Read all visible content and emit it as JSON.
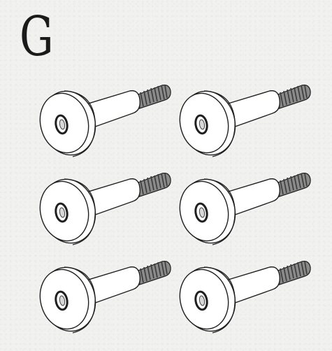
{
  "label": "G",
  "parts": [
    {
      "name": "screw"
    },
    {
      "name": "screw"
    },
    {
      "name": "screw"
    },
    {
      "name": "screw"
    },
    {
      "name": "screw"
    },
    {
      "name": "screw"
    }
  ],
  "colors": {
    "background": "#f1f1ef",
    "outline": "#1f1f1f",
    "fill": "#ffffff",
    "thread": "#6d6d6d"
  }
}
